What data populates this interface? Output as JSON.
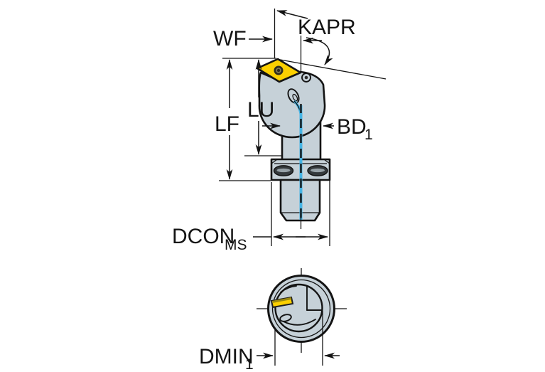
{
  "labels": {
    "kapr": "KAPR",
    "wf": "WF",
    "lf": "LF",
    "lu": "LU",
    "bd_base": "BD",
    "bd_sub": "1",
    "dcon_base": "DCON",
    "dcon_sub": "MS",
    "dmin_base": "DMIN",
    "dmin_sub": "1"
  },
  "colors": {
    "body": "#c6d1d8",
    "insert_yellow": "#fcd000",
    "insert_shade": "#9c8a10",
    "coolant_blue": "#46b5e6",
    "outline": "#141414",
    "background": "#ffffff",
    "slot_dark": "#34393c"
  }
}
